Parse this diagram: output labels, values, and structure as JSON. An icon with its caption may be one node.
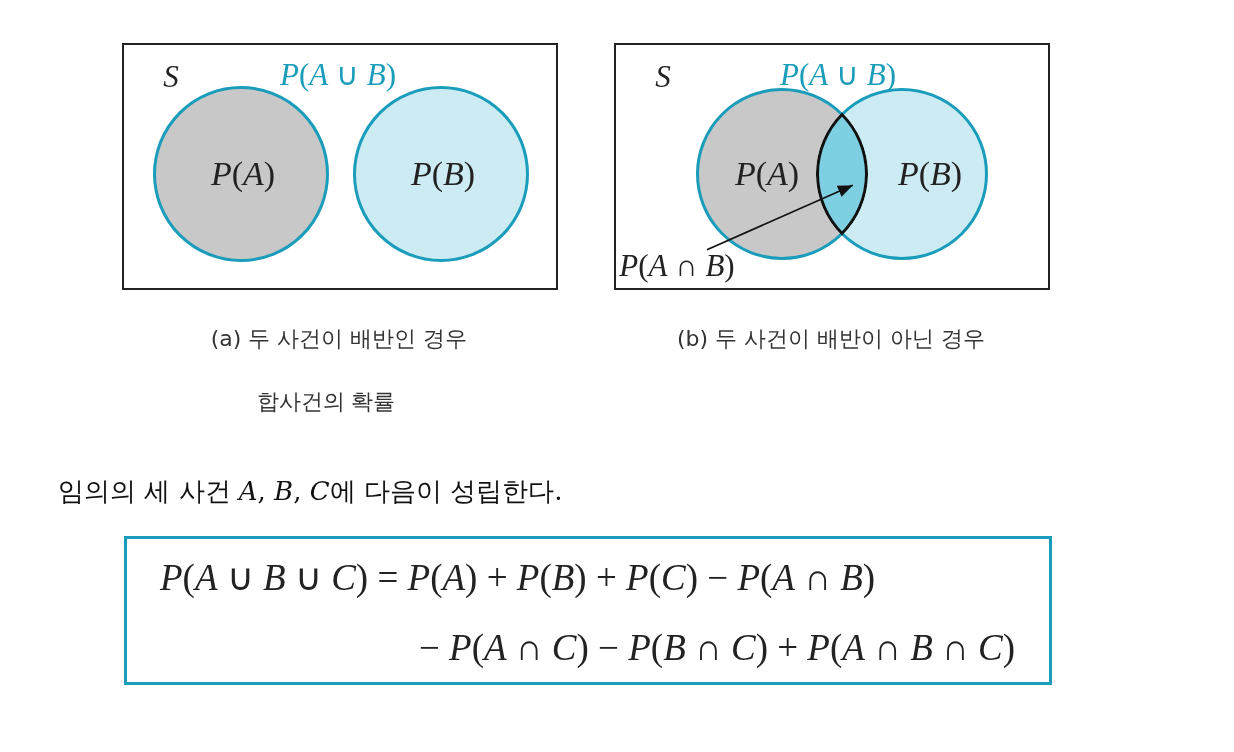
{
  "diagram": {
    "caption": "합사건의 확률",
    "nodes": [
      {
        "text": [
          "S",
          "P(A ∪ B)"
        ],
        "beside": [
          "(a) 두 사건이 배반인 경우"
        ]
      },
      {
        "text": [
          "P(A)"
        ],
        "in": 0
      },
      {
        "text": [
          "P(B)"
        ],
        "in": 0
      },
      {
        "text": [
          "S",
          "P(A ∪ B)"
        ],
        "beside": [
          "(b) 두 사건이 배반이 아닌 경우"
        ]
      },
      {
        "text": [
          "P(A)"
        ],
        "in": 3
      },
      {
        "text": [
          "P(B)"
        ],
        "in": 3
      },
      {
        "text": [],
        "shape": "lens"
      },
      {
        "text": [
          "P(A ∩ B)"
        ],
        "in": 3
      },
      {
        "text": [
          "P(A ∪ B ∪ C) = P(A) + P(B) + P(C) − P(A ∩ B) − P(A ∩ C) − P(B ∩ C) + P(A ∩ B ∩ C)"
        ]
      }
    ],
    "edges": [
      {
        "from": 7,
        "to": 6,
        "arrow": "to"
      }
    ],
    "labels": [
      "임의의 세 사건 A, B, C에 다음이 성립한다."
    ]
  }
}
